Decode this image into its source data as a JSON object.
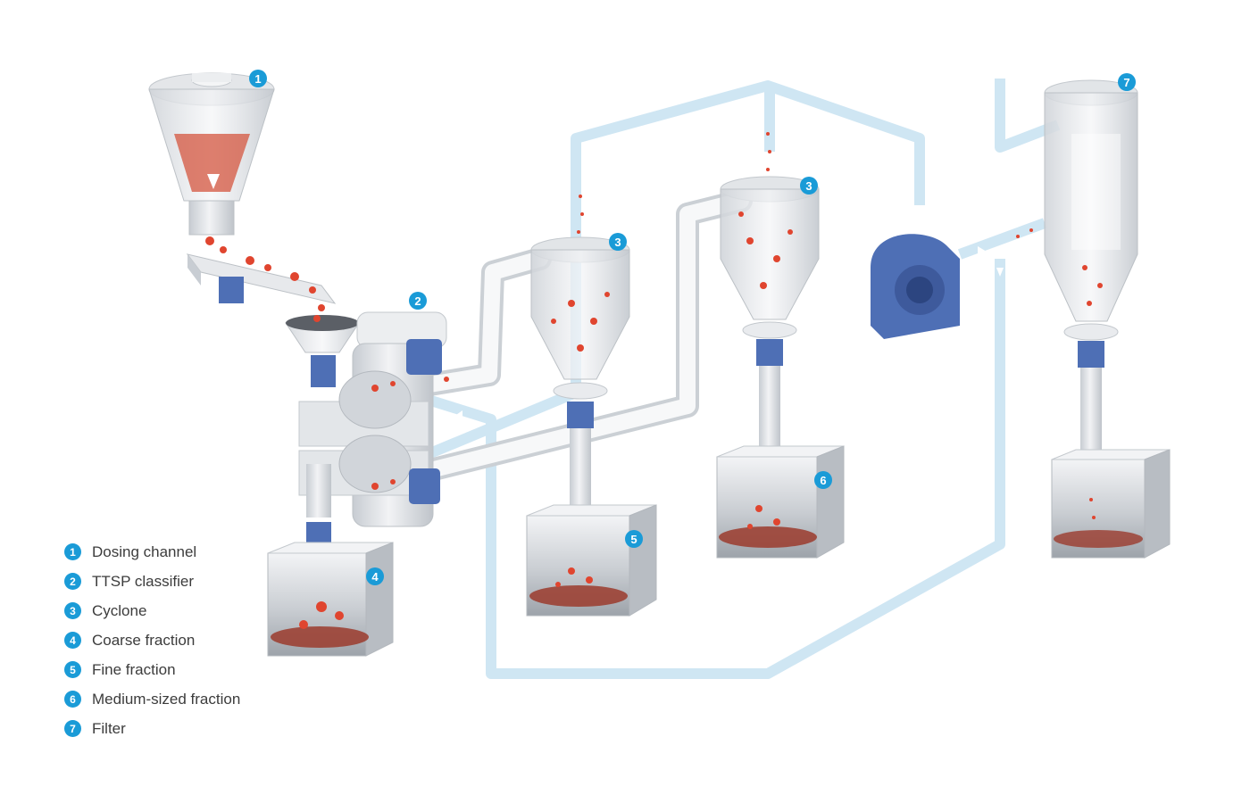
{
  "colors": {
    "air_loop": "#cfe6f3",
    "badge": "#1a9bd7",
    "machine_blue": "#4e6fb5",
    "particle": "#e0452f",
    "steel_light": "#eceef0",
    "steel_dark": "#b9bec4",
    "legend_text": "#3c3c3c"
  },
  "components": [
    {
      "id": "dosing-channel",
      "number": "1",
      "label": "Dosing channel",
      "icon": "hopper-icon"
    },
    {
      "id": "ttsp-classifier",
      "number": "2",
      "label": "TTSP classifier",
      "icon": "classifier-icon"
    },
    {
      "id": "cyclone",
      "number": "3",
      "label": "Cyclone",
      "icon": "cyclone-icon"
    },
    {
      "id": "coarse-fraction",
      "number": "4",
      "label": "Coarse fraction",
      "icon": "bin-icon"
    },
    {
      "id": "fine-fraction",
      "number": "5",
      "label": "Fine fraction",
      "icon": "bin-icon"
    },
    {
      "id": "medium-fraction",
      "number": "6",
      "label": "Medium-sized fraction",
      "icon": "bin-icon"
    },
    {
      "id": "filter",
      "number": "7",
      "label": "Filter",
      "icon": "filter-icon"
    }
  ],
  "badges": {
    "dosing": "1",
    "classifier": "2",
    "cyclone_a": "3",
    "cyclone_b": "3",
    "coarse": "4",
    "fine": "5",
    "medium": "6",
    "filter": "7"
  }
}
